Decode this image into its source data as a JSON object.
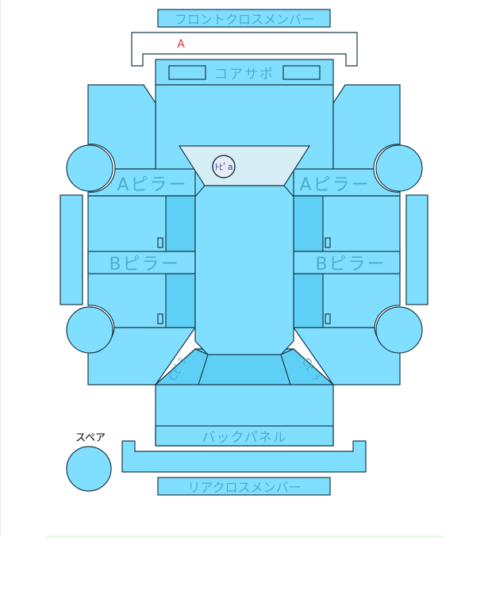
{
  "labels": {
    "front_cross_member": "フロントクロスメンバー",
    "marker_a": "A",
    "core_support": "コアサポ",
    "a_pillar_left": "Aピラー",
    "a_pillar_right": "Aピラー",
    "b_pillar_left": "Bピラー",
    "b_pillar_right": "Bピラー",
    "top_badge": "ﾄﾋﾟa",
    "c_pillar_left": "Cﾋﾟﾗ",
    "c_pillar_right": "Cﾋﾟﾗ",
    "back_panel": "バックパネル",
    "spare": "スペア",
    "rear_cross_member": "リアクロスメンバー"
  },
  "colors": {
    "panel": "#80dfff",
    "panel_dark": "#5fd0f5",
    "glass": "#d6eef5",
    "stroke": "#1a3a4a",
    "label": "#4aaed0",
    "marker": "#e03030",
    "badge_text": "#2a4a9a"
  }
}
